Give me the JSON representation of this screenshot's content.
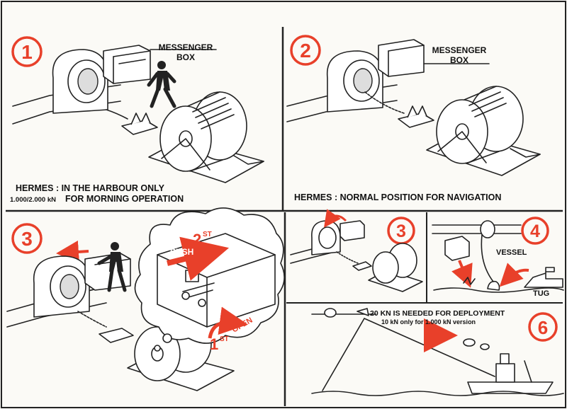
{
  "panels": {
    "p1": {
      "number": "1",
      "messenger_line1": "MESSENGER",
      "messenger_line2": "BOX",
      "caption_line1": "HERMES  :  IN THE HARBOUR ONLY",
      "caption_line2a": "1.000/2.000 kN",
      "caption_line2b": "FOR MORNING OPERATION"
    },
    "p2": {
      "number": "2",
      "messenger_line1": "MESSENGER",
      "messenger_line2": "BOX",
      "caption": "HERMES  :  NORMAL POSITION FOR NAVIGATION"
    },
    "p3": {
      "number": "3",
      "push": "PUSH",
      "second": "2",
      "second_sup": "ST",
      "first": "1",
      "first_sup": "ST",
      "open": "OPEN"
    },
    "p3b": {
      "number": "3"
    },
    "p4": {
      "number": "4",
      "vessel": "VESSEL",
      "tug": "TUG"
    },
    "p6": {
      "number": "6",
      "note_line1": "20 KN IS NEEDED FOR DEPLOYMENT",
      "note_line2": "10 kN only for 1.000 kN version"
    }
  },
  "colors": {
    "accent": "#e8402a",
    "ink": "#111111",
    "paper": "#fbfaf6"
  }
}
